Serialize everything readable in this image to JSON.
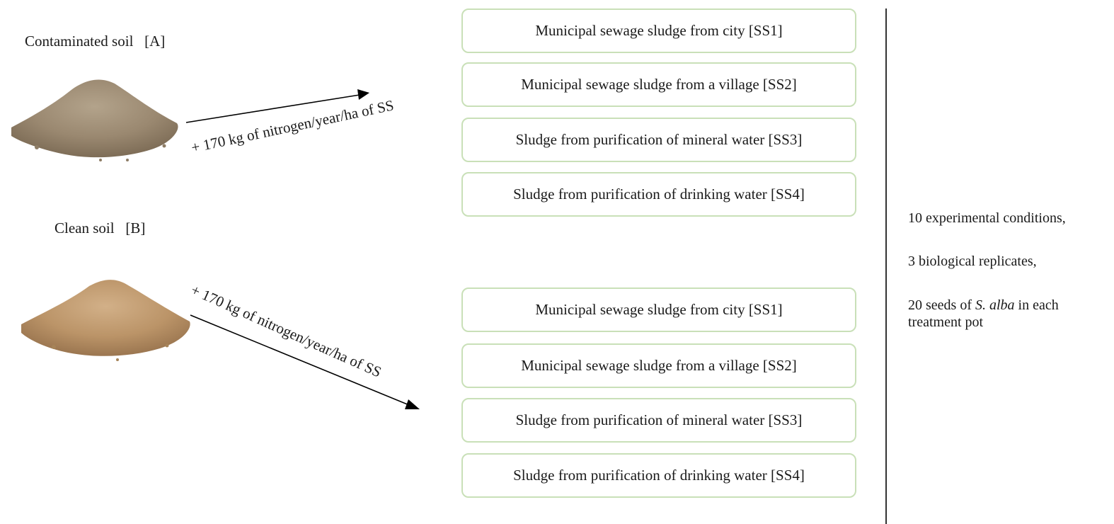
{
  "soils": {
    "a": {
      "label": "Contaminated soil   [A]",
      "image": "soil-pile-grey-brown"
    },
    "b": {
      "label": "Clean soil   [B]",
      "image": "soil-pile-light-brown"
    }
  },
  "arrow_labels": {
    "a": "+ 170 kg of nitrogen/year/ha of SS",
    "b": "+ 170 kg of nitrogen/year/ha of SS"
  },
  "group_a": [
    "Municipal sewage sludge from city [SS1]",
    "Municipal sewage sludge from a village [SS2]",
    "Sludge from purification of mineral water [SS3]",
    "Sludge from purification of drinking water [SS4]"
  ],
  "group_b": [
    "Municipal sewage sludge from city [SS1]",
    "Municipal sewage sludge from a village [SS2]",
    "Sludge from purification of mineral water [SS3]",
    "Sludge from purification of drinking water [SS4]"
  ],
  "info": {
    "conditions": "10 experimental conditions,",
    "replicates": "3 biological replicates,",
    "seeds_prefix": "20 seeds of ",
    "seeds_species": "S. alba",
    "seeds_suffix": " in each",
    "seeds_line2": "treatment pot"
  },
  "colors": {
    "box_border": "#c9e0b8",
    "soil_a": "#9c8a73",
    "soil_b": "#b89366"
  }
}
